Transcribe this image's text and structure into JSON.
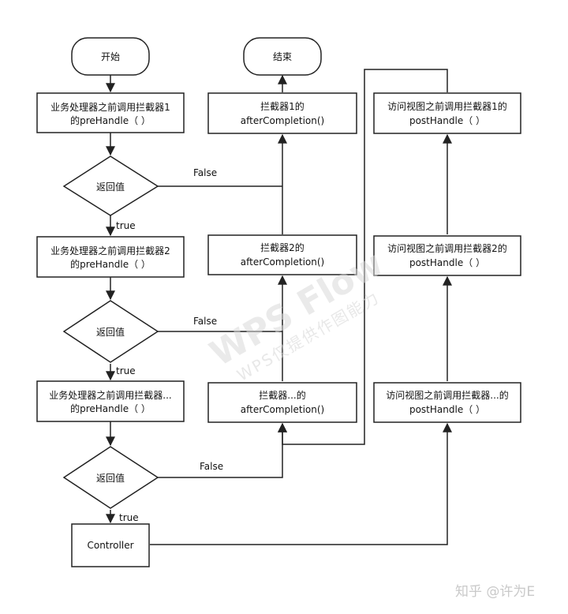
{
  "nodes": {
    "start": "开始",
    "end": "结束",
    "pre1_l1": "业务处理器之前调用拦截器1",
    "pre1_l2": "的preHandle（ ）",
    "pre2_l1": "业务处理器之前调用拦截器2",
    "pre2_l2": "的preHandle（ ）",
    "pre3_l1": "业务处理器之前调用拦截器...",
    "pre3_l2": "的preHandle（ ）",
    "decision1": "返回值",
    "decision2": "返回值",
    "decision3": "返回值",
    "controller": "Controller",
    "after1_l1": "拦截器1的",
    "after1_l2": "afterCompletion()",
    "after2_l1": "拦截器2的",
    "after2_l2": "afterCompletion()",
    "after3_l1": "拦截器...的",
    "after3_l2": "afterCompletion()",
    "post1_l1": "访问视图之前调用拦截器1的",
    "post1_l2": "postHandle（ ）",
    "post2_l1": "访问视图之前调用拦截器2的",
    "post2_l2": "postHandle（ ）",
    "post3_l1": "访问视图之前调用拦截器...的",
    "post3_l2": "postHandle（ ）"
  },
  "edges": {
    "false1": "False",
    "false2": "False",
    "false3": "False",
    "true1": "true",
    "true2": "true",
    "true3": "true"
  },
  "watermark": {
    "title": "WPS Flow",
    "subtitle": "WPS仅提供作图能力"
  },
  "credit": "知乎 @许为E"
}
